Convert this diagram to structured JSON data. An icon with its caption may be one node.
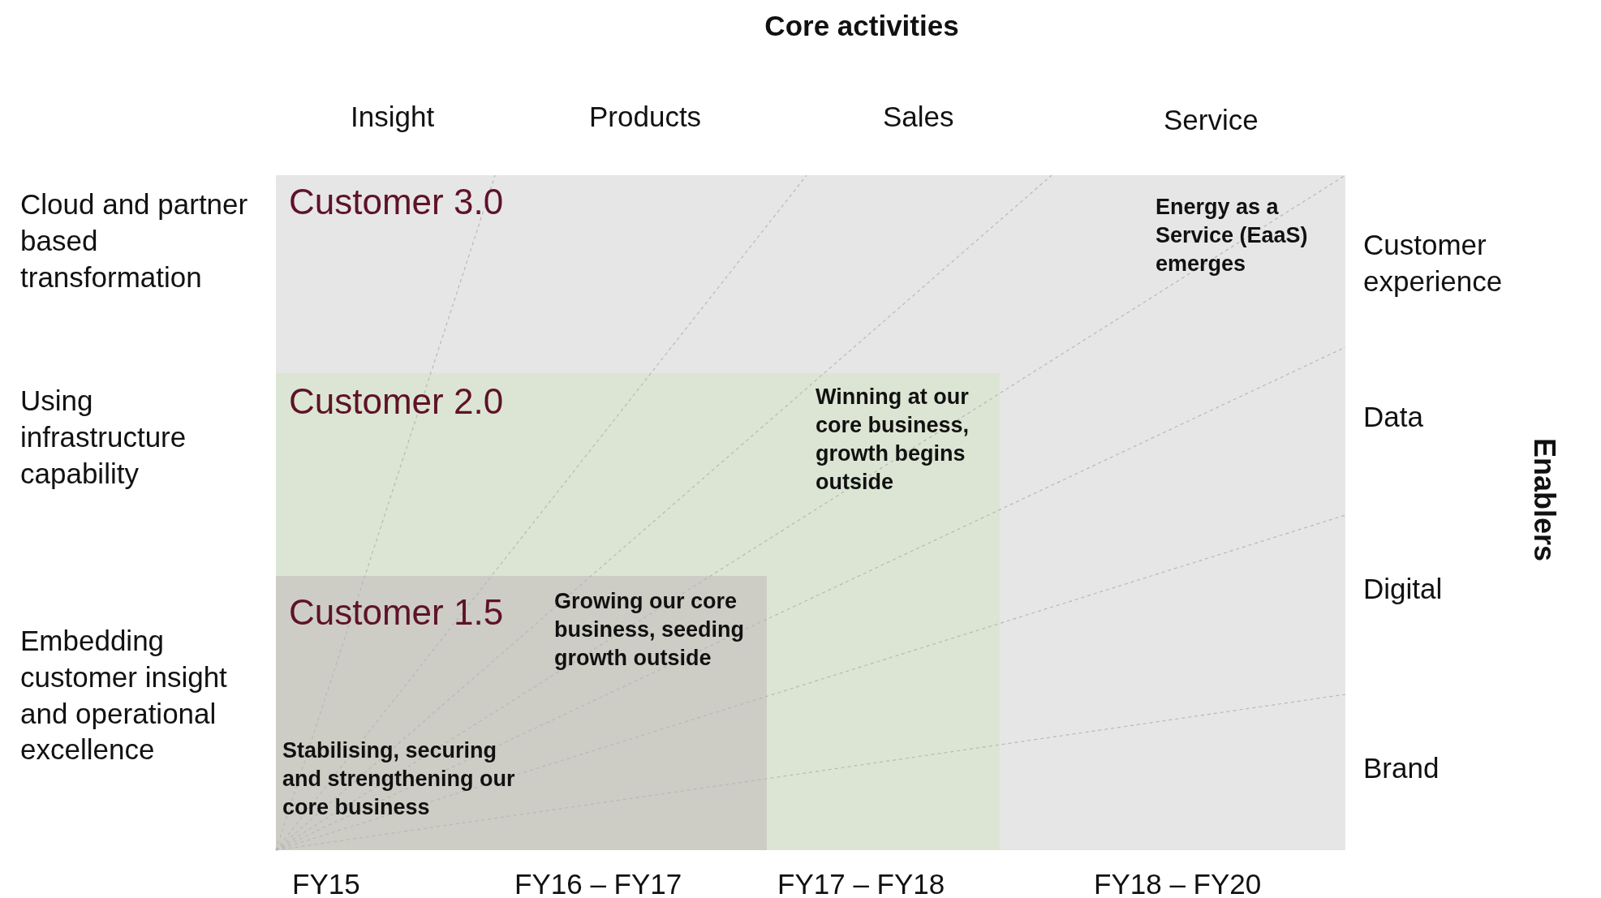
{
  "diagram": {
    "title": "Core activities",
    "nodes": [
      {
        "text": [
          "Customer 3.0",
          "Energy as a Service (EaaS) emerges"
        ]
      },
      {
        "text": [
          "Customer 2.0",
          "Winning at our core business, growth begins outside"
        ],
        "in": 0
      },
      {
        "text": [
          "Customer 1.5",
          "Growing our core business, seeding growth outside",
          "Stabilising, securing and strengthening our core business"
        ],
        "in": 1
      }
    ],
    "edges": [],
    "labels": [
      "Insight",
      "Products",
      "Sales",
      "Service",
      "Cloud and partner based transformation",
      "Customer experience",
      "Using infrastructure capability",
      "Data",
      "Enablers",
      "Digital",
      "Embedding customer insight and operational excellence",
      "Brand",
      "FY15",
      "FY16 – FY17",
      "FY17 – FY18",
      "FY18 – FY20"
    ]
  }
}
